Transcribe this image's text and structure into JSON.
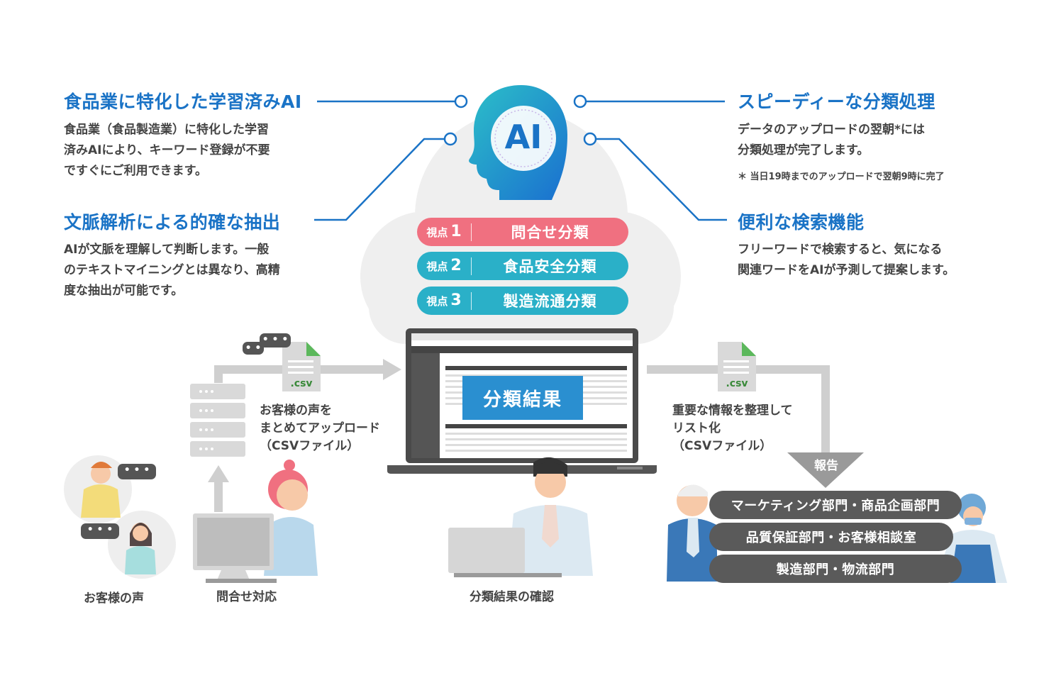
{
  "features": {
    "left_top": {
      "title": "食品業に特化した学習済みAI",
      "desc": "食品業（食品製造業）に特化した学習\n済みAIにより、キーワード登録が不要\nですぐにご利用できます。"
    },
    "left_bottom": {
      "title": "文脈解析による的確な抽出",
      "desc": "AIが文脈を理解して判断します。一般\nのテキストマイニングとは異なり、高精\n度な抽出が可能です。"
    },
    "right_top": {
      "title": "スピーディーな分類処理",
      "desc": "データのアップロードの翌朝*には\n分類処理が完了します。",
      "note": "＊ 当日19時までのアップロードで翌朝9時に完了"
    },
    "right_bottom": {
      "title": "便利な検索機能",
      "desc": "フリーワードで検索すると、気になる\n関連ワードをAIが予測して提案します。"
    }
  },
  "ai_badge": "AI",
  "viewpoints": [
    {
      "prefix": "視点",
      "num": "1",
      "label": "問合せ分類",
      "color": "#f07080"
    },
    {
      "prefix": "視点",
      "num": "2",
      "label": "食品安全分類",
      "color": "#2ab0c8"
    },
    {
      "prefix": "視点",
      "num": "3",
      "label": "製造流通分類",
      "color": "#2ab0c8"
    }
  ],
  "screen": {
    "result_label": "分類結果"
  },
  "csv": {
    "left_label": ".csv",
    "right_label": ".csv"
  },
  "flow": {
    "upload": "お客様の声を\nまとめてアップロード\n（CSVファイル）",
    "organize": "重要な情報を整理して\nリスト化\n（CSVファイル）",
    "report": "報告"
  },
  "bubbles": {
    "dots": "• • •"
  },
  "departments": [
    "マーケティング部門・商品企画部門",
    "品質保証部門・お客様相談室",
    "製造部門・物流部門"
  ],
  "captions": {
    "customers": "お客様の声",
    "inquiry": "問合せ対応",
    "confirm": "分類結果の確認"
  },
  "colors": {
    "accent_blue": "#1a73c6",
    "pink": "#f07080",
    "teal": "#2ab0c8",
    "cloud": "#efefef",
    "gray_dark": "#5a5a5a"
  }
}
